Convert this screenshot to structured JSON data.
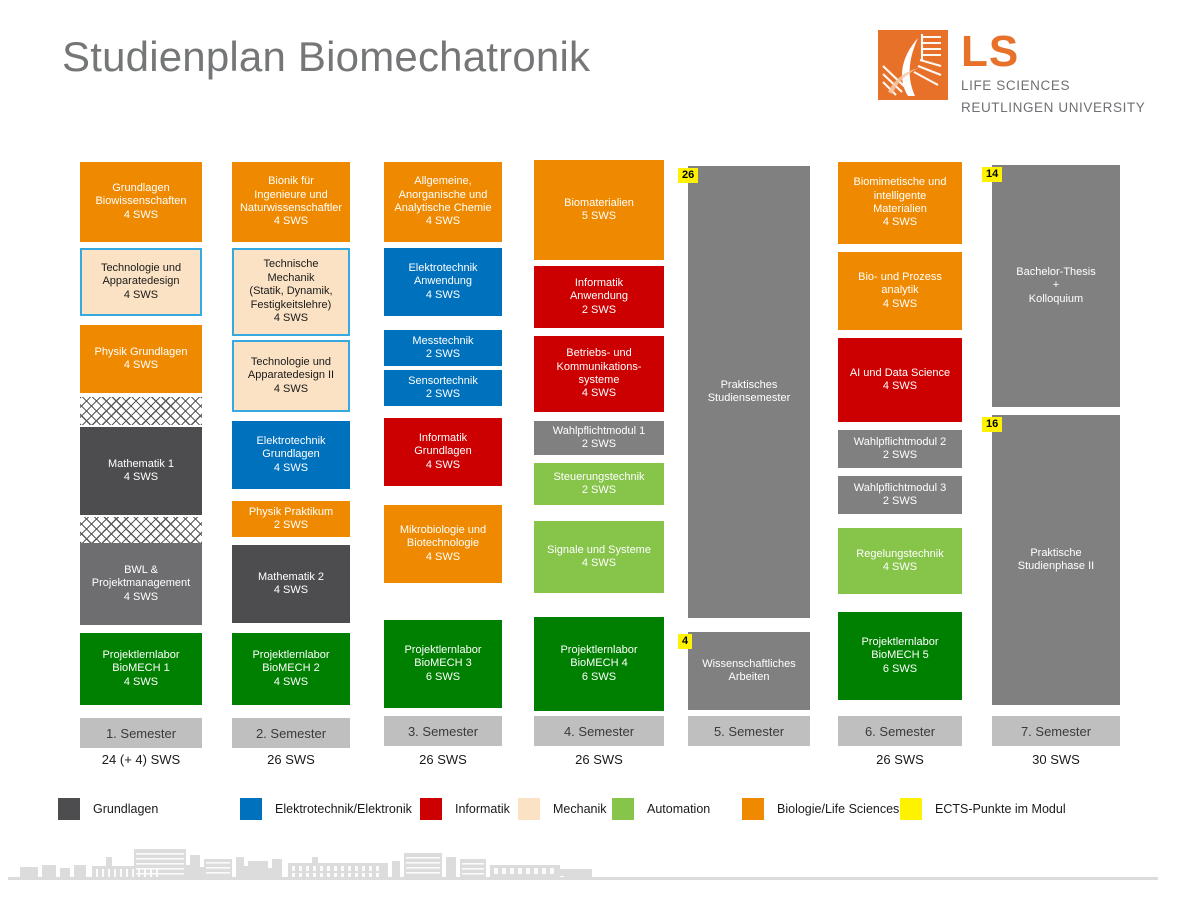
{
  "header": {
    "title": "Studienplan Biomechatronik",
    "logo": {
      "abbr": "LS",
      "line1": "LIFE SCIENCES",
      "line2": "REUTLINGEN UNIVERSITY",
      "brand_color": "#E8712A"
    }
  },
  "colors": {
    "grundlagen": "#4D4D4F",
    "grundlagen_light": "#6E6E70",
    "gray_mid": "#808080",
    "elektrotechnik": "#0071BC",
    "informatik": "#CC0000",
    "mechanik": "#FBE2C4",
    "mechanik_border": "#36A9E1",
    "automation": "#86C44A",
    "biologie": "#EF8A00",
    "projekt": "#008000",
    "ects": "#FFF200",
    "semester_label": "#BFBFBF"
  },
  "columns": [
    {
      "semester_label": "1. Semester",
      "sws_total": "24 (+ 4) SWS",
      "blocks": [
        {
          "text": "Grundlagen\nBiowissenschaften\n4 SWS",
          "cat": "biologie"
        },
        {
          "text": "Technologie und\nApparatedesign\n4 SWS",
          "cat": "mechanik"
        },
        {
          "text": "Physik Grundlagen\n4 SWS",
          "cat": "biologie"
        },
        {
          "text": "Mathematik 1\n4 SWS",
          "cat": "grundlagen"
        },
        {
          "text": "BWL &\nProjektmanagement\n4 SWS",
          "cat": "grundlagen_light"
        },
        {
          "text": "Projektlernlabor\nBioMECH 1\n4 SWS",
          "cat": "projekt"
        }
      ]
    },
    {
      "semester_label": "2. Semester",
      "sws_total": "26 SWS",
      "blocks": [
        {
          "text": "Bionik für\nIngenieure und\nNaturwissenschaftler\n4 SWS",
          "cat": "biologie"
        },
        {
          "text": "Technische\nMechanik\n(Statik, Dynamik,\nFestigkeitslehre)\n4 SWS",
          "cat": "mechanik"
        },
        {
          "text": "Technologie und\nApparatedesign II\n4 SWS",
          "cat": "mechanik"
        },
        {
          "text": "Elektrotechnik\nGrundlagen\n4  SWS",
          "cat": "elektrotechnik"
        },
        {
          "text": "Physik Praktikum\n2 SWS",
          "cat": "biologie"
        },
        {
          "text": "Mathematik 2\n4 SWS",
          "cat": "grundlagen"
        },
        {
          "text": "Projektlernlabor\nBioMECH 2\n4 SWS",
          "cat": "projekt"
        }
      ]
    },
    {
      "semester_label": "3. Semester",
      "sws_total": "26 SWS",
      "blocks": [
        {
          "text": "Allgemeine,\nAnorganische und\nAnalytische Chemie\n4 SWS",
          "cat": "biologie"
        },
        {
          "text": "Elektrotechnik\nAnwendung\n4 SWS",
          "cat": "elektrotechnik"
        },
        {
          "text": "Messtechnik\n2  SWS",
          "cat": "elektrotechnik"
        },
        {
          "text": "Sensortechnik\n2  SWS",
          "cat": "elektrotechnik"
        },
        {
          "text": "Informatik\nGrundlagen\n4 SWS",
          "cat": "informatik"
        },
        {
          "text": "Mikrobiologie und\nBiotechnologie\n4 SWS",
          "cat": "biologie"
        },
        {
          "text": "Projektlernlabor\nBioMECH 3\n6 SWS",
          "cat": "projekt"
        }
      ]
    },
    {
      "semester_label": "4. Semester",
      "sws_total": "26 SWS",
      "blocks": [
        {
          "text": "Biomaterialien\n5 SWS",
          "cat": "biologie"
        },
        {
          "text": "Informatik\nAnwendung\n2  SWS",
          "cat": "informatik"
        },
        {
          "text": "Betriebs- und\nKommunikations-\nsysteme\n4  SWS",
          "cat": "informatik"
        },
        {
          "text": "Wahlpflichtmodul 1\n2 SWS",
          "cat": "gray_mid"
        },
        {
          "text": "Steuerungstechnik\n2 SWS",
          "cat": "automation"
        },
        {
          "text": "Signale und Systeme\n4 SWS",
          "cat": "automation"
        },
        {
          "text": "Projektlernlabor\nBioMECH 4\n6 SWS",
          "cat": "projekt"
        }
      ]
    },
    {
      "semester_label": "5. Semester",
      "sws_total": "",
      "blocks": [
        {
          "text": "Praktisches\nStudiensemester",
          "cat": "gray_mid",
          "ects": "26"
        },
        {
          "text": "Wissenschaftliches\nArbeiten",
          "cat": "gray_mid",
          "ects": "4"
        }
      ]
    },
    {
      "semester_label": "6. Semester",
      "sws_total": "26 SWS",
      "blocks": [
        {
          "text": "Biomimetische und\nintelligente\nMaterialien\n4 SWS",
          "cat": "biologie"
        },
        {
          "text": "Bio- und Prozess\nanalytik\n4 SWS",
          "cat": "biologie"
        },
        {
          "text": "AI und Data Science\n4 SWS",
          "cat": "informatik"
        },
        {
          "text": "Wahlpflichtmodul 2\n2 SWS",
          "cat": "gray_mid"
        },
        {
          "text": "Wahlpflichtmodul 3\n2 SWS",
          "cat": "gray_mid"
        },
        {
          "text": "Regelungstechnik\n4 SWS",
          "cat": "automation"
        },
        {
          "text": "Projektlernlabor\nBioMECH 5\n6 SWS",
          "cat": "projekt"
        }
      ]
    },
    {
      "semester_label": "7. Semester",
      "sws_total": "30 SWS",
      "blocks": [
        {
          "text": "Bachelor-Thesis\n+\nKolloquium",
          "cat": "gray_mid",
          "ects": "14"
        },
        {
          "text": "Praktische\nStudienphase II",
          "cat": "gray_mid",
          "ects": "16"
        }
      ]
    }
  ],
  "legend": [
    {
      "label": "Grundlagen",
      "color": "#4D4D4F"
    },
    {
      "label": "Elektrotechnik/Elektronik",
      "color": "#0071BC"
    },
    {
      "label": "Informatik",
      "color": "#CC0000"
    },
    {
      "label": "Mechanik",
      "color": "#FBE2C4"
    },
    {
      "label": "Automation",
      "color": "#86C44A"
    },
    {
      "label": "Biologie/Life Sciences",
      "color": "#EF8A00"
    },
    {
      "label": "ECTS-Punkte im Modul",
      "color": "#FFF200"
    }
  ]
}
